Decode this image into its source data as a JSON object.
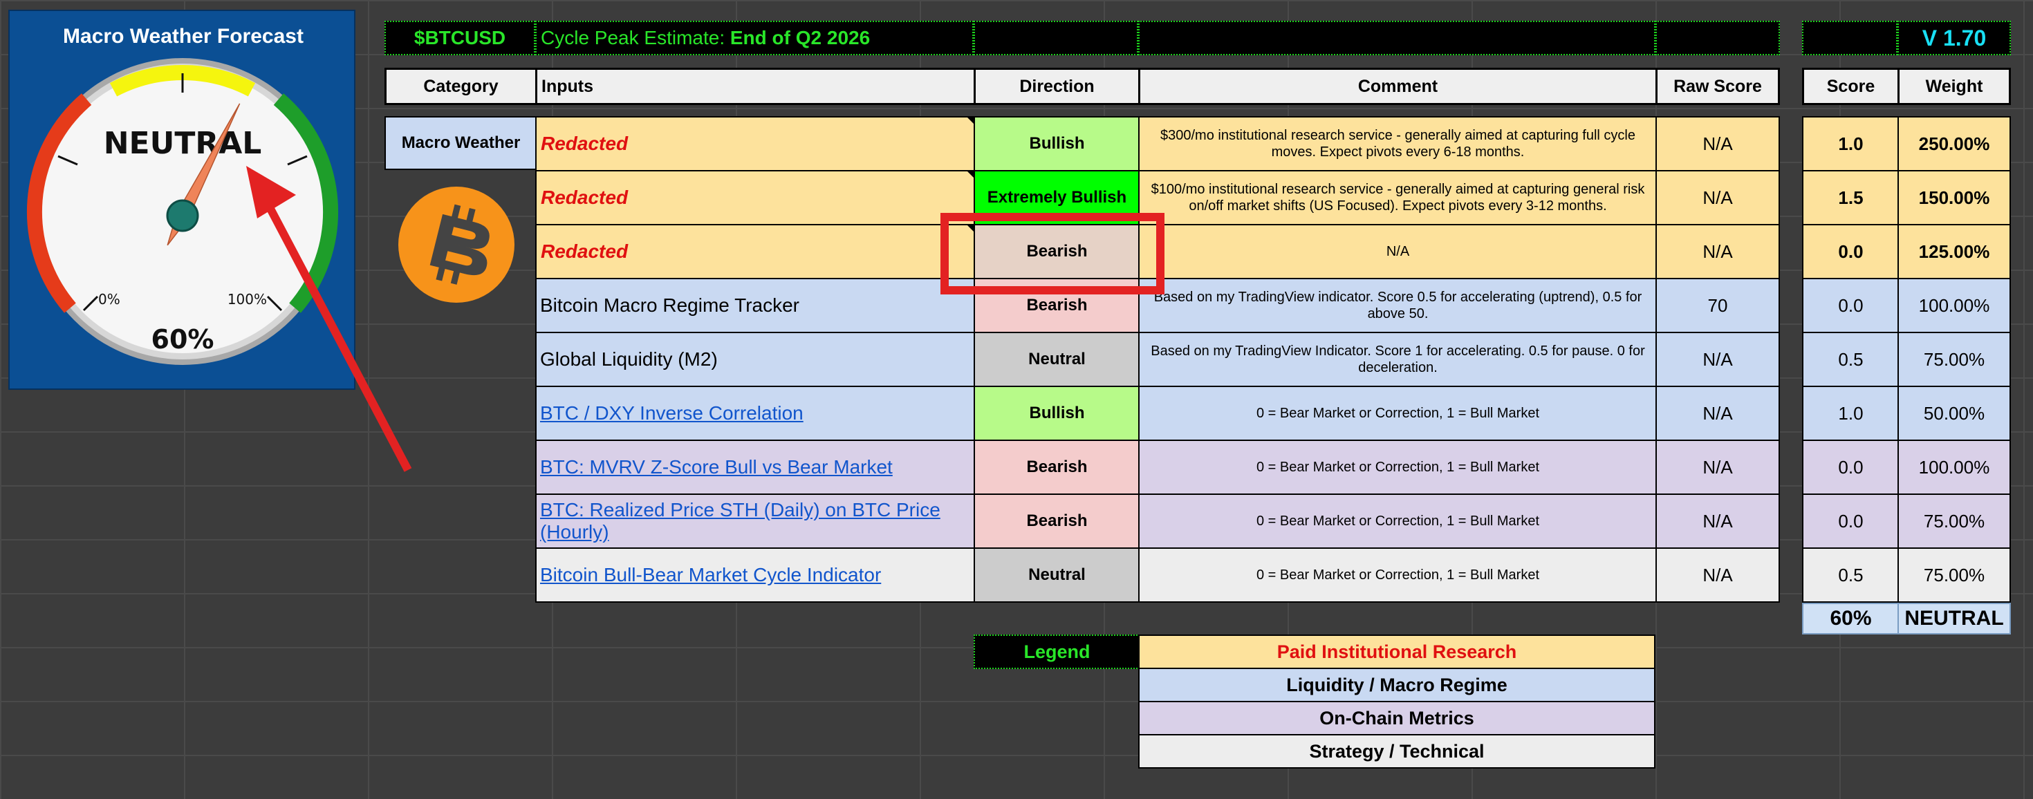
{
  "gauge": {
    "title": "Macro Weather Forecast",
    "status_label": "NEUTRAL",
    "value_text": "60%",
    "value": 0.6,
    "min_label": "0%",
    "max_label": "100%"
  },
  "header": {
    "ticker": "$BTCUSD",
    "cycle_prefix": "Cycle Peak Estimate: ",
    "cycle_value": "End of Q2 2026",
    "version": "V 1.70"
  },
  "columns": {
    "category": "Category",
    "inputs": "Inputs",
    "direction": "Direction",
    "comment": "Comment",
    "raw_score": "Raw Score",
    "score": "Score",
    "weight": "Weight"
  },
  "category_label": "Macro Weather",
  "logo": "bitcoin-logo",
  "rows": [
    {
      "input": "Redacted",
      "direction": "Bullish",
      "comment": "$300/mo institutional research service - generally aimed at capturing full cycle moves. Expect pivots every 6-18 months.",
      "raw": "N/A",
      "score": "1.0",
      "weight": "250.00%"
    },
    {
      "input": "Redacted",
      "direction": "Extremely Bullish",
      "comment": "$100/mo institutional research service - generally aimed at capturing general risk on/off market shifts (US Focused). Expect pivots every 3-12 months.",
      "raw": "N/A",
      "score": "1.5",
      "weight": "150.00%"
    },
    {
      "input": "Redacted",
      "direction": "Bearish",
      "comment": "N/A",
      "raw": "N/A",
      "score": "0.0",
      "weight": "125.00%"
    },
    {
      "input": "Bitcoin Macro Regime Tracker",
      "direction": "Bearish",
      "comment": "Based on my TradingView indicator. Score 0.5 for accelerating (uptrend), 0.5 for above 50.",
      "raw": "70",
      "score": "0.0",
      "weight": "100.00%"
    },
    {
      "input": "Global Liquidity (M2)",
      "direction": "Neutral",
      "comment": "Based on my TradingView Indicator. Score 1 for accelerating. 0.5 for pause. 0 for deceleration.",
      "raw": "N/A",
      "score": "0.5",
      "weight": "75.00%"
    },
    {
      "input": "BTC / DXY Inverse Correlation",
      "direction": "Bullish",
      "comment": "0 = Bear Market or Correction, 1 = Bull Market",
      "raw": "N/A",
      "score": "1.0",
      "weight": "50.00%"
    },
    {
      "input": "BTC: MVRV Z-Score Bull vs Bear Market",
      "direction": "Bearish",
      "comment": "0 = Bear Market or Correction, 1 = Bull Market",
      "raw": "N/A",
      "score": "0.0",
      "weight": "100.00%"
    },
    {
      "input": "BTC: Realized Price STH (Daily) on BTC Price (Hourly)",
      "direction": "Bearish",
      "comment": "0 = Bear Market or Correction, 1 = Bull Market",
      "raw": "N/A",
      "score": "0.0",
      "weight": "75.00%"
    },
    {
      "input": "Bitcoin Bull-Bear Market Cycle Indicator",
      "direction": "Neutral",
      "comment": "0 = Bear Market or Correction, 1 = Bull Market",
      "raw": "N/A",
      "score": "0.5",
      "weight": "75.00%"
    }
  ],
  "totals": {
    "score": "60%",
    "weight": "NEUTRAL"
  },
  "legend": {
    "title": "Legend",
    "items": [
      "Paid Institutional Research",
      "Liquidity / Macro Regime",
      "On-Chain Metrics",
      "Strategy / Technical"
    ]
  },
  "colors": {
    "paid_research": "#fde29c",
    "liquidity": "#c9d9f2",
    "onchain": "#d9d0e8",
    "strategy": "#ededed",
    "annotation_red": "#e32222"
  }
}
